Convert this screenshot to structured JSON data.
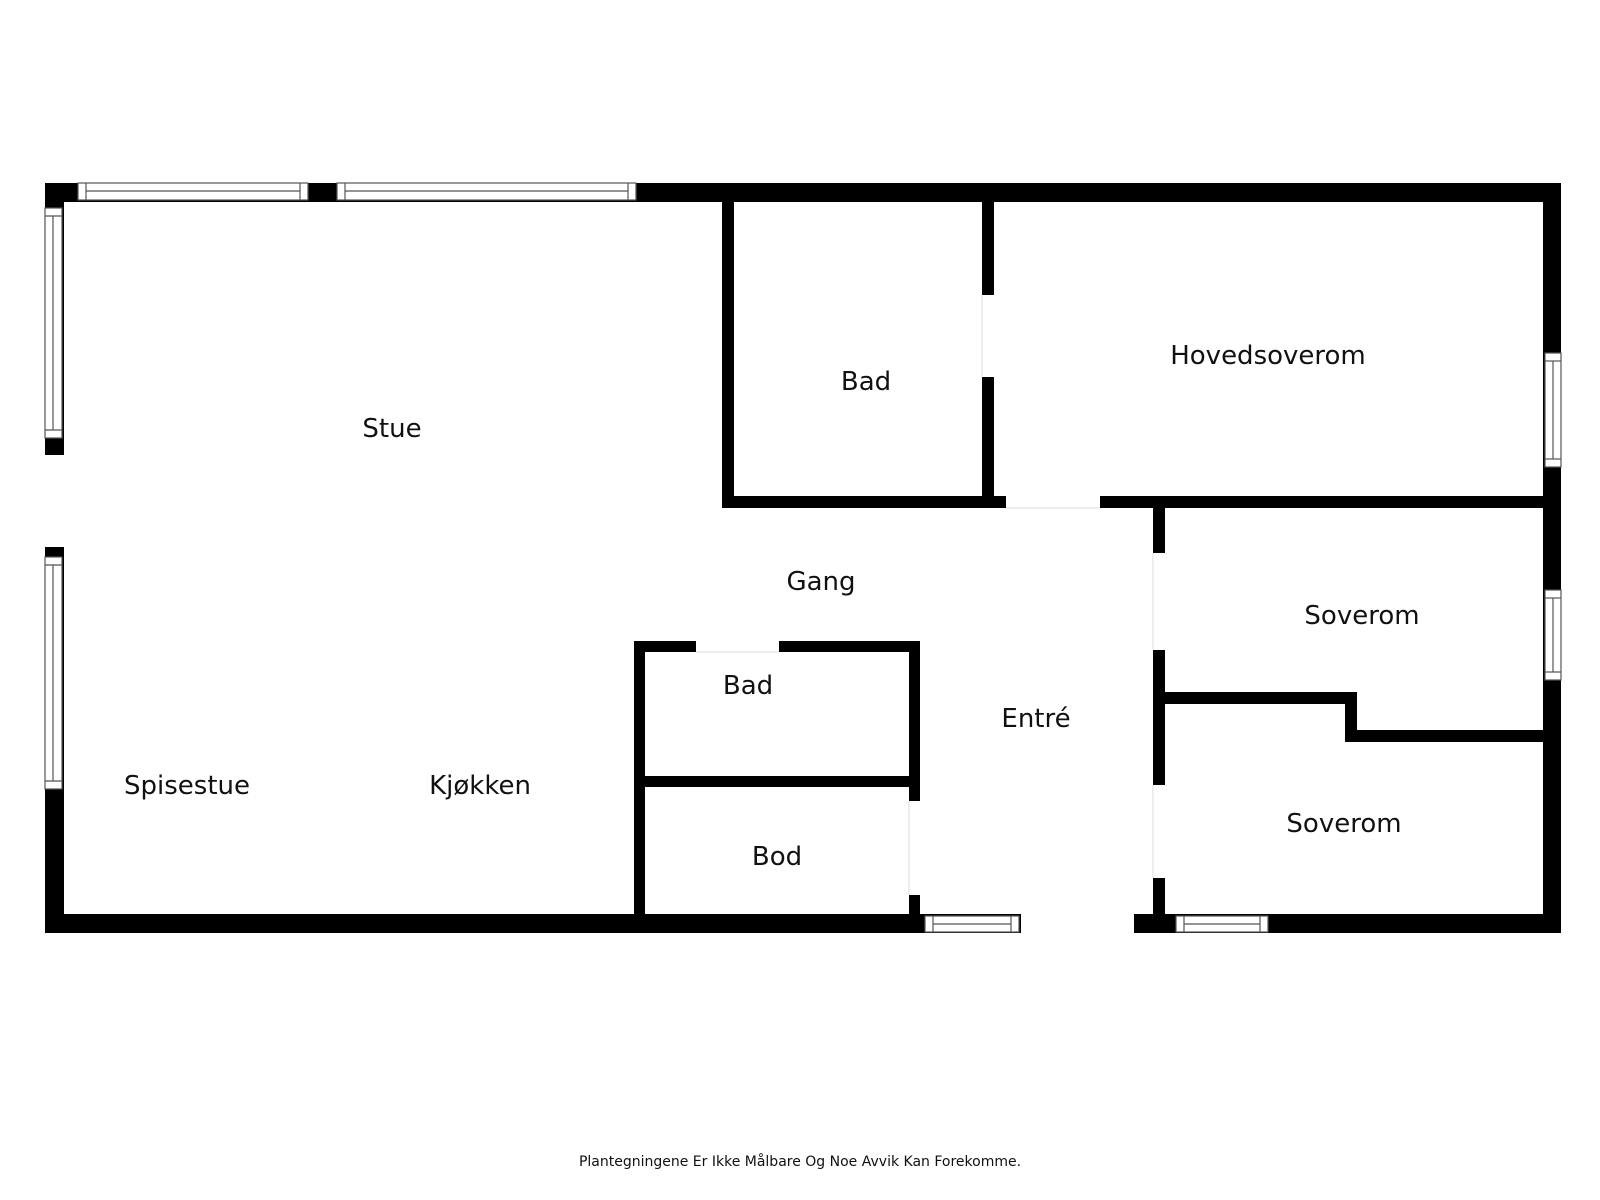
{
  "rooms": {
    "stue": "Stue",
    "bad_top": "Bad",
    "hovedsoverom": "Hovedsoverom",
    "gang": "Gang",
    "bad_small": "Bad",
    "entre": "Entré",
    "soverom_upper": "Soverom",
    "soverom_lower": "Soverom",
    "spisestue": "Spisestue",
    "kjokken": "Kjøkken",
    "bod": "Bod"
  },
  "disclaimer": "Plantegningene Er Ikke Målbare Og Noe Avvik Kan Forekomme.",
  "colors": {
    "wall": "#000000",
    "background": "#ffffff",
    "window_frame": "#555555"
  }
}
